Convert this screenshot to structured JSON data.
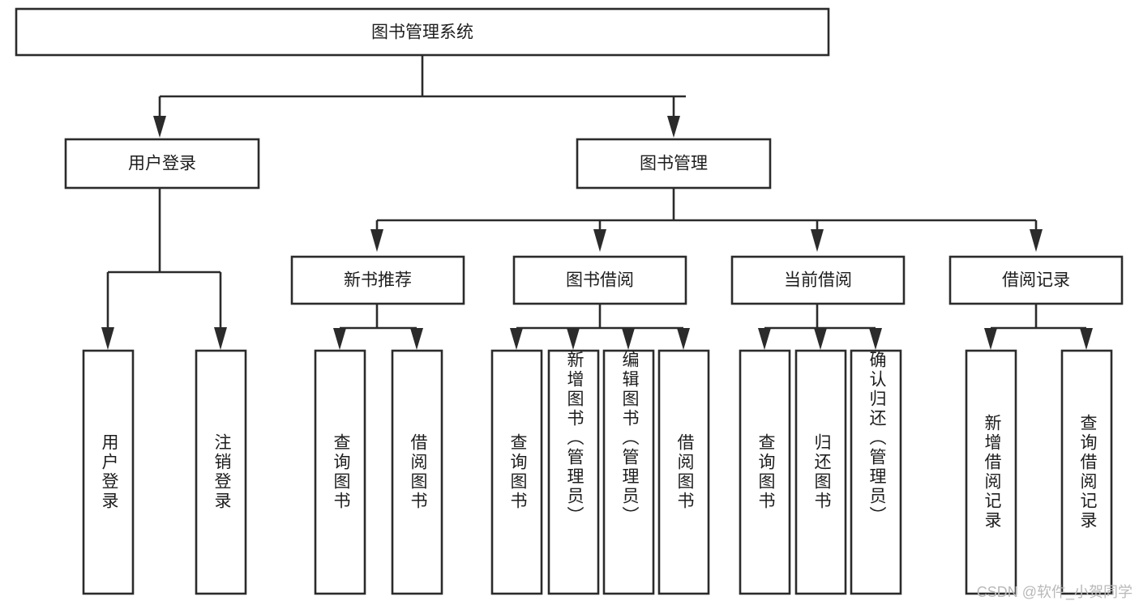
{
  "diagram": {
    "title": "图书管理系统",
    "type": "tree",
    "orientation": "top-down",
    "colors": {
      "box_stroke": "#2b2b2b",
      "box_fill": "#ffffff",
      "text": "#1d1d1d",
      "background": "#ffffff",
      "watermark": "#b9b9b9"
    }
  },
  "nodes": {
    "root": {
      "label": "图书管理系统",
      "level": 0
    },
    "level1": [
      {
        "id": "user-login",
        "label": "用户登录"
      },
      {
        "id": "book-management",
        "label": "图书管理"
      }
    ],
    "level2": [
      {
        "id": "new-book-recommend",
        "label": "新书推荐",
        "parent": "book-management"
      },
      {
        "id": "book-borrow",
        "label": "图书借阅",
        "parent": "book-management"
      },
      {
        "id": "current-borrow",
        "label": "当前借阅",
        "parent": "book-management"
      },
      {
        "id": "borrow-record",
        "label": "借阅记录",
        "parent": "book-management"
      }
    ],
    "leaves": [
      {
        "id": "leaf-user-login",
        "label": "用户登录",
        "parent": "user-login"
      },
      {
        "id": "leaf-logout-login",
        "label": "注销登录",
        "parent": "user-login"
      },
      {
        "id": "leaf-query-book-1",
        "label": "查询图书",
        "parent": "new-book-recommend"
      },
      {
        "id": "leaf-borrow-book-1",
        "label": "借阅图书",
        "parent": "new-book-recommend"
      },
      {
        "id": "leaf-query-book-2",
        "label": "查询图书",
        "parent": "book-borrow"
      },
      {
        "id": "leaf-add-book",
        "label": "新增图书（管理员）",
        "parent": "book-borrow"
      },
      {
        "id": "leaf-edit-book",
        "label": "编辑图书（管理员）",
        "parent": "book-borrow"
      },
      {
        "id": "leaf-borrow-book-2",
        "label": "借阅图书",
        "parent": "book-borrow"
      },
      {
        "id": "leaf-query-book-3",
        "label": "查询图书",
        "parent": "current-borrow"
      },
      {
        "id": "leaf-return-book",
        "label": "归还图书",
        "parent": "current-borrow"
      },
      {
        "id": "leaf-confirm-return",
        "label": "确认归还（管理员）",
        "parent": "current-borrow"
      },
      {
        "id": "leaf-add-record",
        "label": "新增借阅记录",
        "parent": "borrow-record"
      },
      {
        "id": "leaf-query-record",
        "label": "查询借阅记录",
        "parent": "borrow-record"
      }
    ]
  },
  "watermark": {
    "text": "CSDN @软件_小贺同学"
  }
}
